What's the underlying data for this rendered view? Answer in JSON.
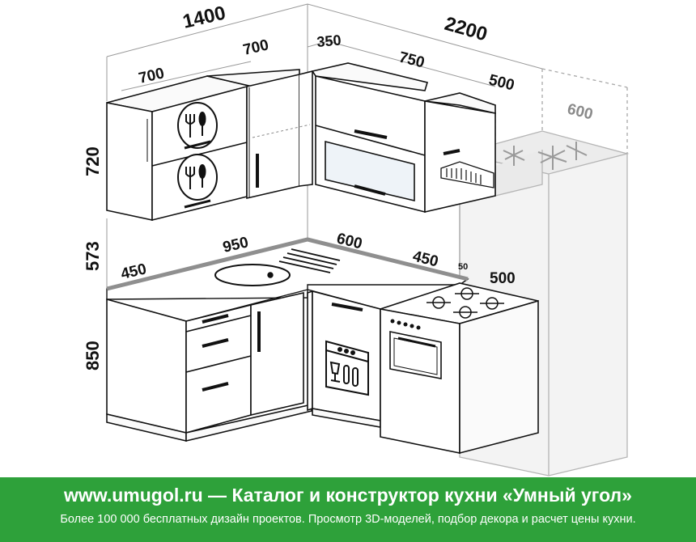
{
  "dimensions": {
    "total_left_width": "1400",
    "left_wall_cabinet_700_a": "700",
    "left_wall_cabinet_700_b": "700",
    "corner_350": "350",
    "total_right_width": "2200",
    "wall_cabinet_750": "750",
    "wall_cabinet_500": "500",
    "fridge_600": "600",
    "wall_height_720": "720",
    "gap_height_573": "573",
    "base_height_850": "850",
    "countertop_450": "450",
    "countertop_950": "950",
    "countertop_600": "600",
    "countertop_450_right": "450",
    "gap_50": "50",
    "stove_500": "500"
  },
  "banner": {
    "title": "www.umugol.ru  —  Каталог и конструктор кухни «Умный угол»",
    "subtitle": "Более 100 000 бесплатных дизайн проектов. Просмотр 3D-моделей, подбор декора и расчет цены кухни."
  },
  "colors": {
    "banner_green": "#2ea13a",
    "line": "#111111",
    "guide": "#9a9a9a",
    "countertop_edge": "#8f8f8f"
  }
}
